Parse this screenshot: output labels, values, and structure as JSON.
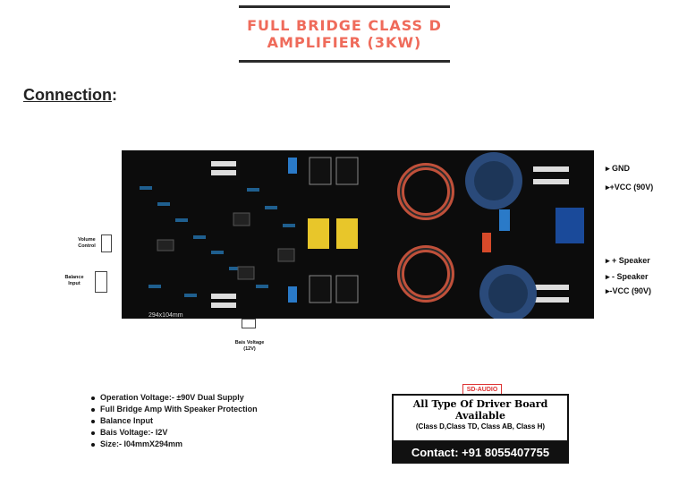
{
  "title": {
    "line1": "FULL BRIDGE CLASS D",
    "line2": "AMPLIFIER (3KW)"
  },
  "section": {
    "heading": "Connection",
    "colon": ":"
  },
  "board": {
    "size_label": "294x104mm"
  },
  "left_labels": {
    "volume": "Volume Control",
    "balance": "Balance Input",
    "bais": "Bais Voltage (12V)"
  },
  "right_labels": {
    "gnd": "GND",
    "vcc_pos": "+VCC (90V)",
    "speaker_pos": "+ Speaker",
    "speaker_neg": "- Speaker",
    "vcc_neg": "-VCC (90V)"
  },
  "specs": [
    "Operation Voltage:- ±90V Dual Supply",
    "Full Bridge Amp With Speaker Protection",
    "Balance Input",
    "Bais Voltage:- I2V",
    "Size:- I04mmX294mm"
  ],
  "promo": {
    "badge": "SD-AUDIO",
    "line1": "All Type Of Driver Board",
    "line2": "Available",
    "line3": "(Class D,Class TD, Class AB, Class H)",
    "contact": "Contact: +91 8055407755"
  },
  "colors": {
    "title": "#ef6b5b",
    "board": "#0c0c0c",
    "capacitor": "#2a4a7a",
    "film_cap": "#e8c62a",
    "inductor": "#c0503a"
  }
}
